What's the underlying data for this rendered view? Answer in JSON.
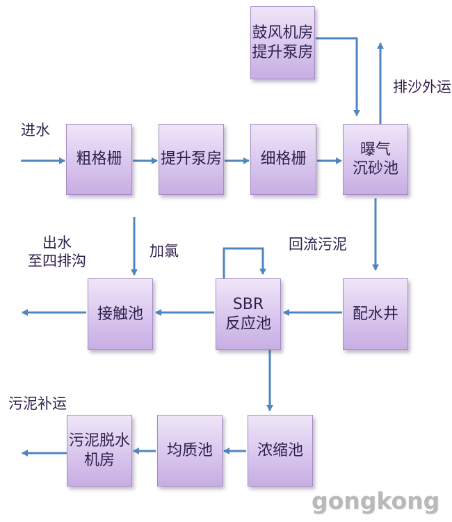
{
  "colors": {
    "arrow": "#4f86bd",
    "box_text": "#2d1f4a"
  },
  "boxes": {
    "blower": [
      "鼓风机房",
      "提升泵房"
    ],
    "coarse_screen": [
      "粗格栅"
    ],
    "lift_pump": [
      "提升泵房"
    ],
    "fine_screen": [
      "细格栅"
    ],
    "aerated_grit": [
      "曝气",
      "沉砂池"
    ],
    "distribution_well": [
      "配水井"
    ],
    "sbr": [
      "SBR",
      "反应池"
    ],
    "contact_tank": [
      "接触池"
    ],
    "thickener": [
      "浓缩池"
    ],
    "equalization": [
      "均质池"
    ],
    "dewatering": [
      "污泥脱水",
      "机房"
    ]
  },
  "labels": {
    "inflow": "进水",
    "sand_out": "排沙外运",
    "return_sludge": "回流污泥",
    "chlorine": "加氯",
    "outflow": [
      "出水",
      "至四排沟"
    ],
    "sludge_out": "污泥补运"
  },
  "watermark": "gongkong"
}
